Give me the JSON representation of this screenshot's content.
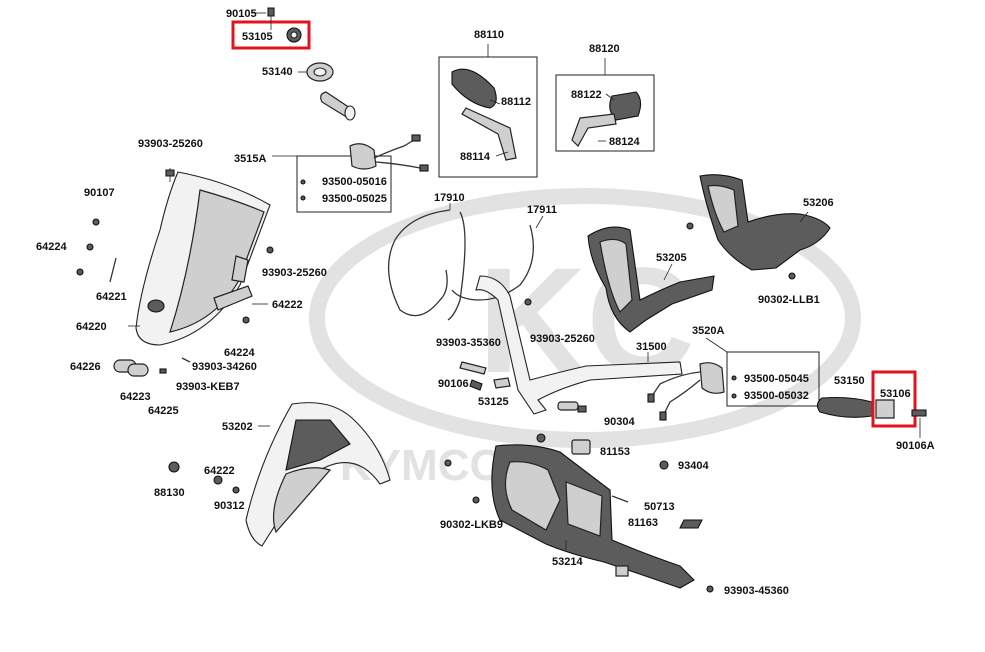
{
  "watermark": {
    "brand": "KYMCO",
    "emblem_text": "KC",
    "color": "#e2e2e2"
  },
  "highlight_color": "#e0141e",
  "highlighted_parts": [
    "53105",
    "53106"
  ],
  "labels": {
    "p90105": "90105",
    "p53105": "53105",
    "p53140": "53140",
    "p88110": "88110",
    "p88112": "88112",
    "p88114": "88114",
    "p88120": "88120",
    "p88122": "88122",
    "p88124": "88124",
    "p93903_25260_a": "93903-25260",
    "p3515A": "3515A",
    "p93500_05016": "93500-05016",
    "p93500_05025": "93500-05025",
    "p90107": "90107",
    "p17910": "17910",
    "p17911": "17911",
    "p53206": "53206",
    "p64224_a": "64224",
    "p64221": "64221",
    "p93903_25260_b": "93903-25260",
    "p53205": "53205",
    "p90302_LLB1": "90302-LLB1",
    "p64222_a": "64222",
    "p64220": "64220",
    "p64224_b": "64224",
    "p93903_25260_c": "93903-25260",
    "p3520A": "3520A",
    "p93903_35360": "93903-35360",
    "p31500": "31500",
    "p64226": "64226",
    "p93903_34260": "93903-34260",
    "p93500_05045": "93500-05045",
    "p53150": "53150",
    "p53106": "53106",
    "p90106_a": "90106",
    "p64223": "64223",
    "p93903_KEB7": "93903-KEB7",
    "p53125": "53125",
    "p93500_05032": "93500-05032",
    "p64225": "64225",
    "p90304": "90304",
    "p90106A": "90106A",
    "p53202": "53202",
    "p81153": "81153",
    "p93404": "93404",
    "p64222_b": "64222",
    "p88130": "88130",
    "p90312": "90312",
    "p50713": "50713",
    "p81163": "81163",
    "p90302_LKB9": "90302-LKB9",
    "p53214": "53214",
    "p93903_45360": "93903-45360"
  }
}
